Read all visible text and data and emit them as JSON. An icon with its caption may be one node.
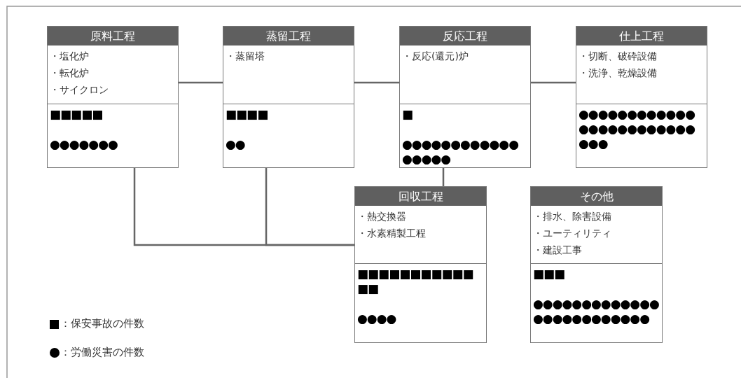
{
  "diagram": {
    "nodes": [
      {
        "text": [
          "原料工程"
        ]
      },
      {
        "text": [
          "・塩化炉",
          "・転化炉",
          "・サイクロン"
        ],
        "in": 0
      },
      {
        "text": [
          "■■■■■",
          "●●●●●●●"
        ],
        "in": 0
      },
      {
        "text": [
          "蒸留工程"
        ]
      },
      {
        "text": [
          "・蒸留塔"
        ],
        "in": 3
      },
      {
        "text": [
          "■■■■",
          "●●"
        ],
        "in": 3
      },
      {
        "text": [
          "反応工程"
        ]
      },
      {
        "text": [
          "・反応(還元)炉"
        ],
        "in": 6
      },
      {
        "text": [
          "■",
          "●●●●●●●●●●●●●●●●●"
        ],
        "in": 6
      },
      {
        "text": [
          "仕上工程"
        ]
      },
      {
        "text": [
          "・切断、破砕設備",
          "・洗浄、乾燥設備"
        ],
        "in": 9
      },
      {
        "text": [
          "●●●●●●●●●●●●●●●●●●●●●●●●●●●"
        ],
        "in": 9
      },
      {
        "text": [
          "回収工程"
        ]
      },
      {
        "text": [
          "・熱交換器",
          "・水素精製工程"
        ],
        "in": 12
      },
      {
        "text": [
          "■■■■■■■■■■■■■",
          "●●●●"
        ],
        "in": 12
      },
      {
        "text": [
          "その他"
        ]
      },
      {
        "text": [
          "・排水、除害設備",
          "・ユーティリティ",
          "・建設工事"
        ],
        "in": 15
      },
      {
        "text": [
          "■■■",
          "●●●●●●●●●●●●●●●●●●●●●●●●●"
        ],
        "in": 15
      }
    ],
    "edges": [
      {
        "from": 0,
        "to": 3,
        "arrow": "none"
      },
      {
        "from": 3,
        "to": 6,
        "arrow": "none"
      },
      {
        "from": 6,
        "to": 9,
        "arrow": "none"
      },
      {
        "from": 6,
        "to": 12,
        "arrow": "none"
      },
      {
        "from": 0,
        "to": 12,
        "arrow": "none"
      },
      {
        "from": 3,
        "to": 12,
        "arrow": "none"
      }
    ],
    "legend": [
      {
        "text": "：保安事故の件数"
      },
      {
        "text": "：労働災害の件数"
      }
    ]
  }
}
